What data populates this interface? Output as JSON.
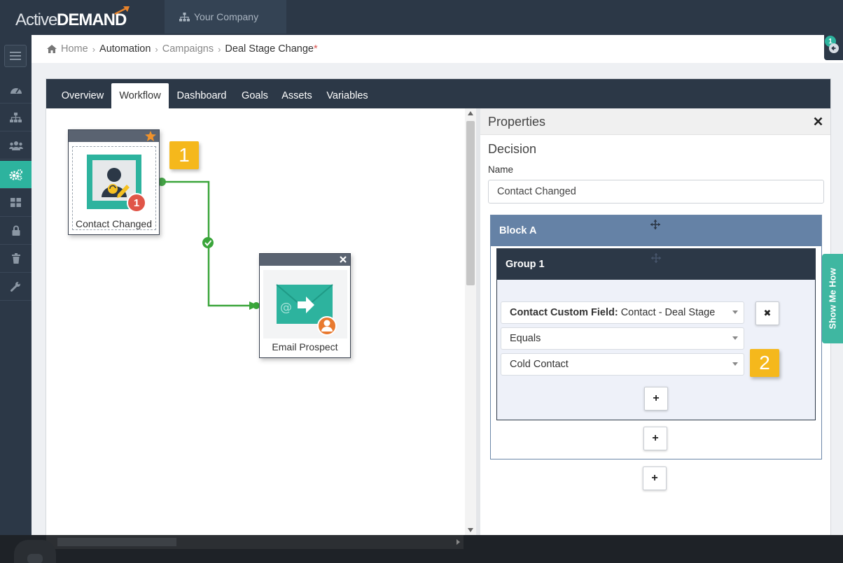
{
  "app": {
    "logo_part1": "Active",
    "logo_part2": "DEMAND",
    "company": "Your Company",
    "notification_count": "1"
  },
  "breadcrumb": {
    "home": "Home",
    "automation": "Automation",
    "campaigns": "Campaigns",
    "current": "Deal Stage Change",
    "unsaved_marker": "*"
  },
  "sidebar": {
    "items": [
      "menu",
      "dashboard",
      "org-chart",
      "contacts",
      "automation",
      "apps",
      "lock",
      "trash",
      "tools"
    ],
    "active": "automation"
  },
  "tabs": [
    "Overview",
    "Workflow",
    "Dashboard",
    "Goals",
    "Assets",
    "Variables"
  ],
  "active_tab": "Workflow",
  "workflow": {
    "node1": {
      "label": "Contact Changed",
      "badge": "1",
      "annotation": "1"
    },
    "node2": {
      "label": "Email Prospect"
    },
    "annotation2": "2"
  },
  "properties": {
    "title": "Properties",
    "section": "Decision",
    "name_label": "Name",
    "name_value": "Contact Changed",
    "block_title": "Block A",
    "group_title": "Group 1",
    "condition_field_prefix": "Contact Custom Field:",
    "condition_field_value": "Contact - Deal Stage",
    "operator": "Equals",
    "value": "Cold Contact",
    "remove_label": "✖",
    "add_label": "+"
  },
  "show_me_how": "Show Me How",
  "colors": {
    "navy": "#2c3847",
    "teal": "#2db39e",
    "annotation": "#f5b81c",
    "connector": "#3aa53a",
    "block": "#6582a6"
  }
}
